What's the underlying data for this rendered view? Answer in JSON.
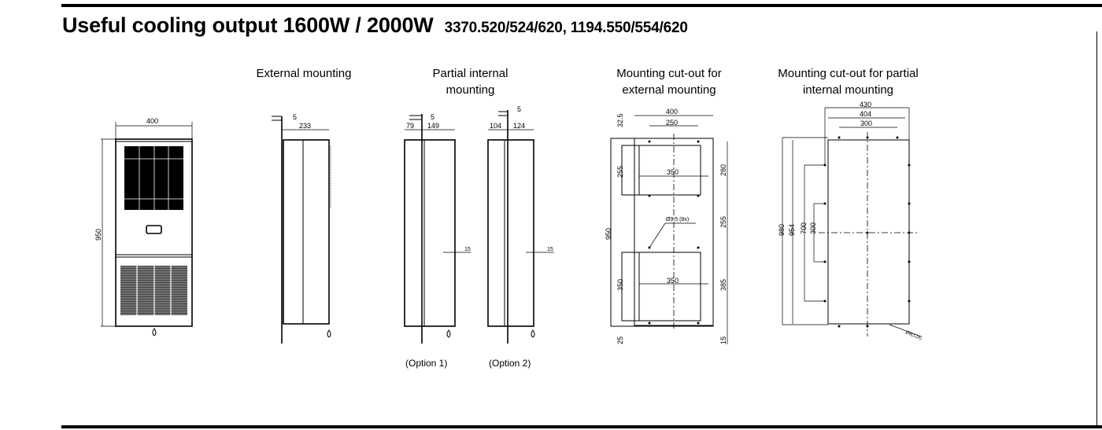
{
  "header": {
    "title": "Useful cooling output 1600W / 2000W",
    "models": "3370.520/524/620, 1194.550/554/620"
  },
  "captions": {
    "external": "External mounting",
    "partial_line1": "Partial internal",
    "partial_line2": "mounting",
    "cutout_ext_line1": "Mounting cut-out for",
    "cutout_ext_line2": "external mounting",
    "cutout_part_line1": "Mounting cut-out for partial",
    "cutout_part_line2": "internal mounting",
    "option1": "(Option 1)",
    "option2": "(Option 2)"
  },
  "dimensions": {
    "front": {
      "width": "400",
      "height": "950"
    },
    "external": {
      "wall": "5",
      "depth": "233"
    },
    "option1": {
      "wall": "5",
      "inside": "79",
      "outside": "149",
      "drain": "15"
    },
    "option2": {
      "wall": "5",
      "inside": "104",
      "outside": "124",
      "drain": "15"
    },
    "cutout_external": {
      "width": "400",
      "hole_spacing": "250",
      "top_offset": "32.5",
      "upper_height": "255",
      "upper_width": "350",
      "right_upper": "280",
      "hole_note": "Ø9.5 (8x)",
      "right_middle": "255",
      "total_height": "950",
      "lower_height": "350",
      "lower_width": "350",
      "right_lower": "385",
      "bottom_left": "25",
      "bottom_right": "15"
    },
    "cutout_partial": {
      "outer_width": "430",
      "cut_width": "404",
      "hole_spacing": "300",
      "outer_height": "980",
      "cut_height": "954",
      "hole_height": "700",
      "inner_hole_height": "300",
      "hole_note": "Ø8(12x)"
    }
  }
}
